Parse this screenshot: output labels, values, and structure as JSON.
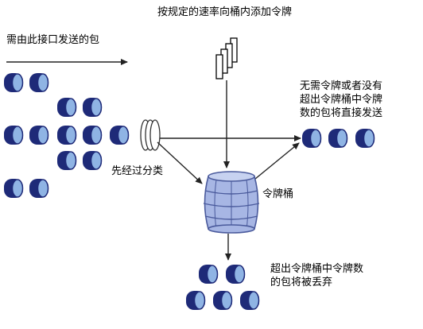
{
  "labels": {
    "token_add": "按规定的速率向桶内添加令牌",
    "incoming": "需由此接口发送的包",
    "classify": "先经过分类",
    "bucket": "令牌桶",
    "direct_send": [
      "无需令牌或者没有",
      "超出令牌桶中令牌",
      "数的包将直接发送"
    ],
    "discard": [
      "超出令牌桶中令牌数",
      "的包将被丢弃"
    ]
  },
  "colors": {
    "packet_dark": "#1e2a78",
    "packet_light": "#8fb4e4",
    "bucket_fill": "#a7b6e4",
    "bucket_line": "#4a5a9c",
    "arrow": "#222222"
  },
  "icons": {
    "packet": "packet-cylinder-icon",
    "token": "token-card-icon",
    "bucket": "barrel-icon",
    "classifier": "classifier-rings-icon"
  }
}
